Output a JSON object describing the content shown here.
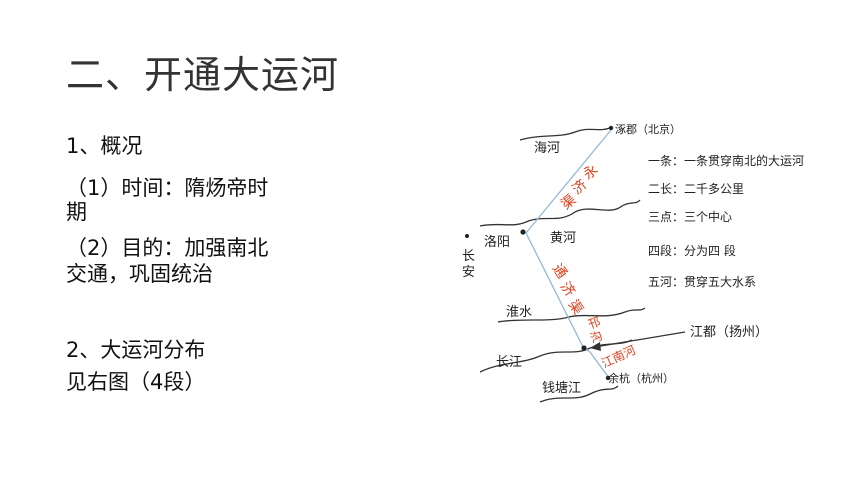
{
  "slide": {
    "title": "二、开通大运河",
    "lines": [
      "1、概况",
      "（1）时间：隋炀帝时",
      "期",
      "（2）目的：加强南北",
      "交通，巩固统治",
      "2、大运河分布",
      "见右图（4段）"
    ]
  },
  "map": {
    "places": {
      "zhuojun": "涿郡（北京）",
      "haihe": "海河",
      "huanghe": "黄河",
      "luoyang": "洛阳",
      "changan_1": "长",
      "changan_2": "安",
      "huaishui": "淮水",
      "changjiang": "长江",
      "jiangdu": "江都（扬州）",
      "yuhang": "余杭（杭州）",
      "qiantangjiang": "钱塘江"
    },
    "canals": {
      "yongji": [
        "永",
        "济",
        "渠"
      ],
      "tongji": [
        "通",
        "济",
        "渠"
      ],
      "hangou": [
        "邗",
        "沟"
      ],
      "jiangnanhe": "江南河"
    },
    "legend": [
      "一条：一条贯穿南北的大运河",
      "二长：二千多公里",
      "三点：三个中心",
      "四段：分为四 段",
      "五河：贯穿五大水系"
    ],
    "colors": {
      "canal": "#8fb8d8",
      "label_red": "#e0401f"
    }
  }
}
